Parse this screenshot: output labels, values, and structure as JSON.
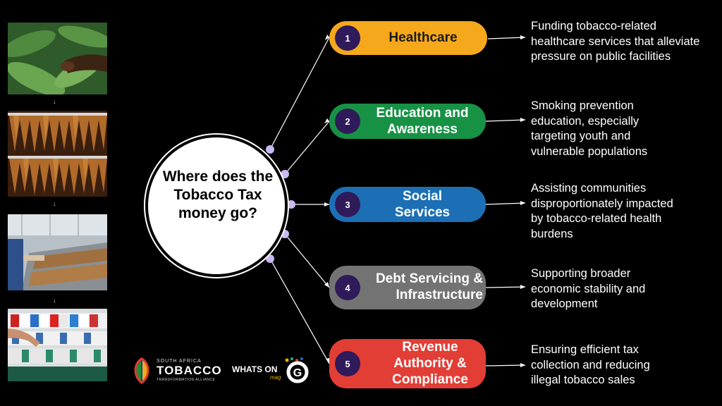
{
  "center": {
    "title": "Where does the Tobacco Tax money go?"
  },
  "items": [
    {
      "number": "1",
      "label": "Healthcare",
      "color": "#f5a81c",
      "text_color": "#1a1a1a",
      "description": "Funding tobacco-related healthcare services that alleviate pressure on public facilities"
    },
    {
      "number": "2",
      "label": "Education and Awareness",
      "color": "#179245",
      "text_color": "#ffffff",
      "description": "Smoking prevention education, especially targeting youth and vulnerable populations"
    },
    {
      "number": "3",
      "label": "Social Services",
      "color": "#1c6fb5",
      "text_color": "#ffffff",
      "description": "Assisting communities disproportionately impacted by tobacco-related health burdens"
    },
    {
      "number": "4",
      "label": "Debt Servicing & Infrastructure",
      "color": "#737373",
      "text_color": "#ffffff",
      "description": "Supporting broader economic stability and development"
    },
    {
      "number": "5",
      "label": "Revenue Authority & Compliance",
      "color": "#e23e36",
      "text_color": "#ffffff",
      "description": "Ensuring efficient tax collection and reducing illegal tobacco sales"
    }
  ],
  "photos": [
    {
      "name": "tobacco-field-photo"
    },
    {
      "name": "drying-leaves-photo"
    },
    {
      "name": "processing-factory-photo"
    },
    {
      "name": "retail-shelf-photo"
    }
  ],
  "arrows": [
    "↓",
    "↓",
    "↓"
  ],
  "logos": {
    "sa_tobacco": {
      "line1": "SOUTH AFRICA",
      "line2": "TOBACCO",
      "line3": "TRANSFORMATION ALLIANCE"
    },
    "whats_on": {
      "text": "WHATS ON",
      "mag": "mag",
      "letter": "G"
    }
  },
  "colors": {
    "background": "#000000",
    "connector": "#ffffff",
    "node": "#c9b8f2",
    "number_circle": "#2f1a5a"
  }
}
